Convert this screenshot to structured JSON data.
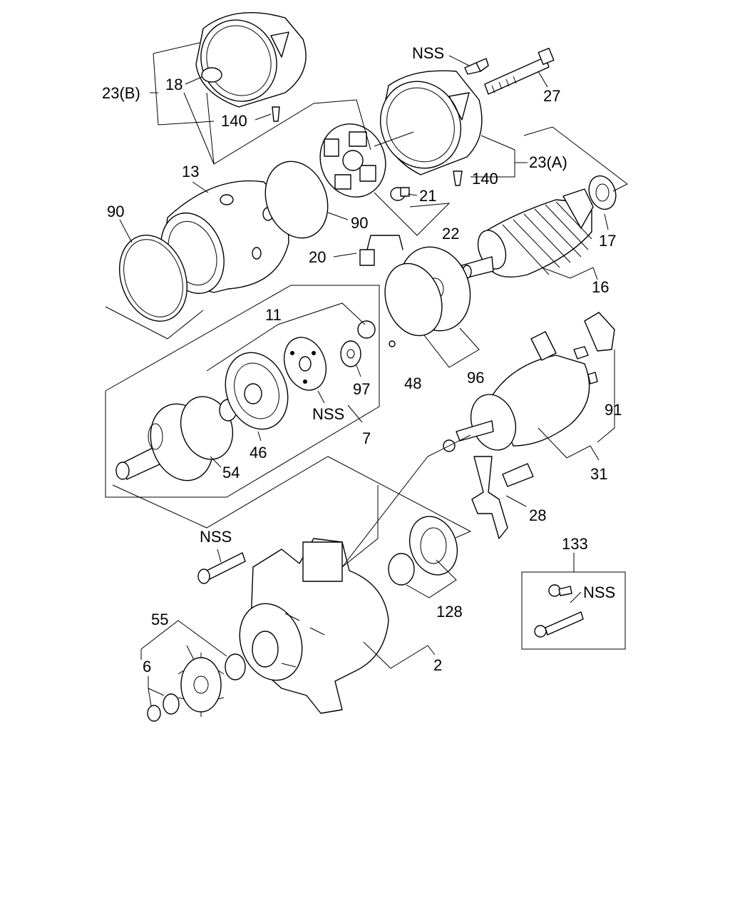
{
  "labels": {
    "l23b": "23(B)",
    "l18": "18",
    "l140a": "140",
    "lnss1": "NSS",
    "l27": "27",
    "l23a": "23(A)",
    "l140b": "140",
    "l13": "13",
    "l90a": "90",
    "l90b": "90",
    "l21": "21",
    "l22": "22",
    "l17": "17",
    "l20": "20",
    "l16": "16",
    "l11": "11",
    "l97": "97",
    "l48": "48",
    "l96": "96",
    "lnss2": "NSS",
    "l46": "46",
    "l7": "7",
    "l54": "54",
    "l91": "91",
    "l31": "31",
    "l28": "28",
    "lnss3": "NSS",
    "l133": "133",
    "lnss4": "NSS",
    "l128": "128",
    "l55": "55",
    "l6": "6",
    "l2": "2"
  }
}
